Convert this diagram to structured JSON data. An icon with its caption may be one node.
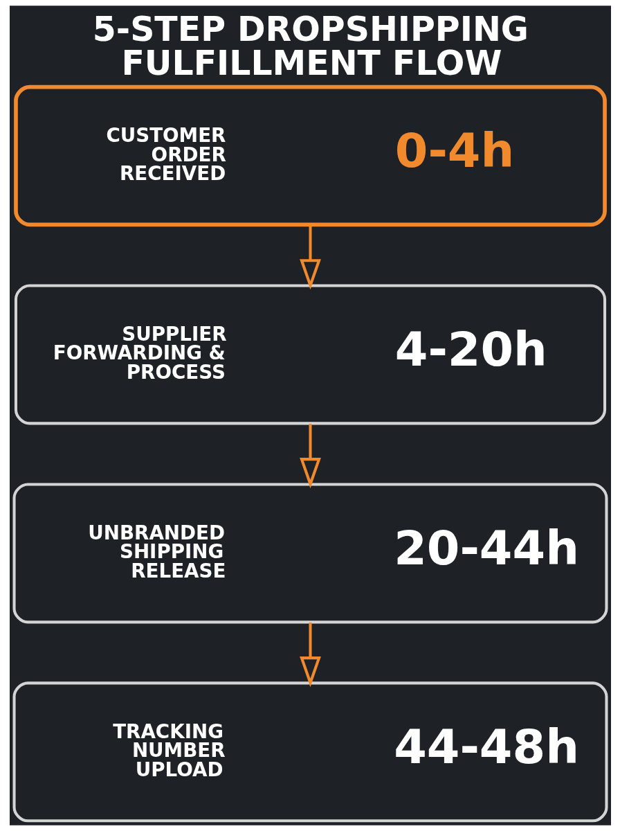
{
  "diagram": {
    "title": "5-STEP DROPSHIPPING FULFILLMENT FLOW",
    "nodes": [
      {
        "text": [
          "CUSTOMER ORDER RECEIVED",
          "0-4h"
        ]
      },
      {
        "text": [
          "SUPPLIER FORWARDING & PROCESS",
          "4-20h"
        ]
      },
      {
        "text": [
          "UNBRANDED SHIPPING RELEASE",
          "20-44h"
        ]
      },
      {
        "text": [
          "TRACKING NUMBER UPLOAD",
          "44-48h"
        ]
      }
    ],
    "edges": [
      {
        "from": 0,
        "to": 1,
        "arrow": "to"
      },
      {
        "from": 1,
        "to": 2,
        "arrow": "to"
      },
      {
        "from": 2,
        "to": 3,
        "arrow": "to"
      }
    ]
  }
}
